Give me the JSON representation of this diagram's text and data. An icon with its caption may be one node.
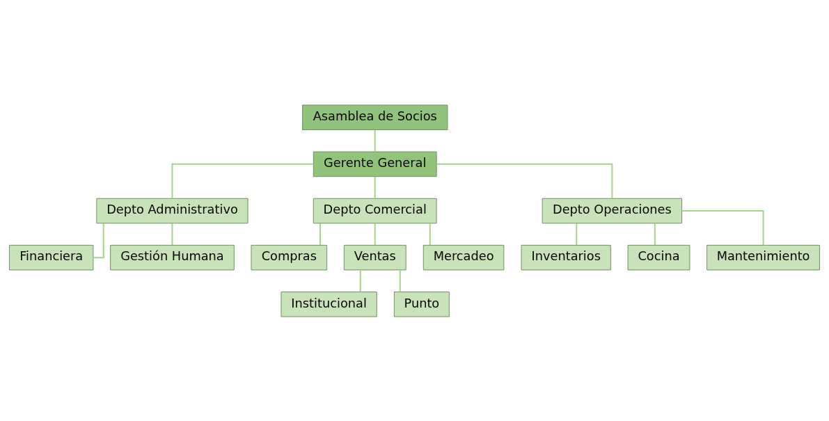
{
  "diagram": {
    "nodes": [
      {
        "text": [
          "Asamblea de Socios"
        ]
      },
      {
        "text": [
          "Gerente General"
        ]
      },
      {
        "text": [
          "Depto Administrativo"
        ]
      },
      {
        "text": [
          "Depto Comercial"
        ]
      },
      {
        "text": [
          "Depto Operaciones"
        ]
      },
      {
        "text": [
          "Financiera"
        ]
      },
      {
        "text": [
          "Gestión Humana"
        ]
      },
      {
        "text": [
          "Compras"
        ]
      },
      {
        "text": [
          "Ventas"
        ]
      },
      {
        "text": [
          "Mercadeo"
        ]
      },
      {
        "text": [
          "Institucional"
        ]
      },
      {
        "text": [
          "Punto"
        ]
      },
      {
        "text": [
          "Inventarios"
        ]
      },
      {
        "text": [
          "Cocina"
        ]
      },
      {
        "text": [
          "Mantenimiento"
        ]
      }
    ],
    "edges": [
      {
        "from": 0,
        "to": 1,
        "arrow": "none"
      },
      {
        "from": 1,
        "to": 2,
        "arrow": "none"
      },
      {
        "from": 1,
        "to": 3,
        "arrow": "none"
      },
      {
        "from": 1,
        "to": 4,
        "arrow": "none"
      },
      {
        "from": 2,
        "to": 5,
        "arrow": "none"
      },
      {
        "from": 2,
        "to": 6,
        "arrow": "none"
      },
      {
        "from": 3,
        "to": 7,
        "arrow": "none"
      },
      {
        "from": 3,
        "to": 8,
        "arrow": "none"
      },
      {
        "from": 3,
        "to": 9,
        "arrow": "none"
      },
      {
        "from": 8,
        "to": 10,
        "arrow": "none"
      },
      {
        "from": 8,
        "to": 11,
        "arrow": "none"
      },
      {
        "from": 4,
        "to": 12,
        "arrow": "none"
      },
      {
        "from": 4,
        "to": 13,
        "arrow": "none"
      },
      {
        "from": 4,
        "to": 14,
        "arrow": "none"
      }
    ]
  }
}
